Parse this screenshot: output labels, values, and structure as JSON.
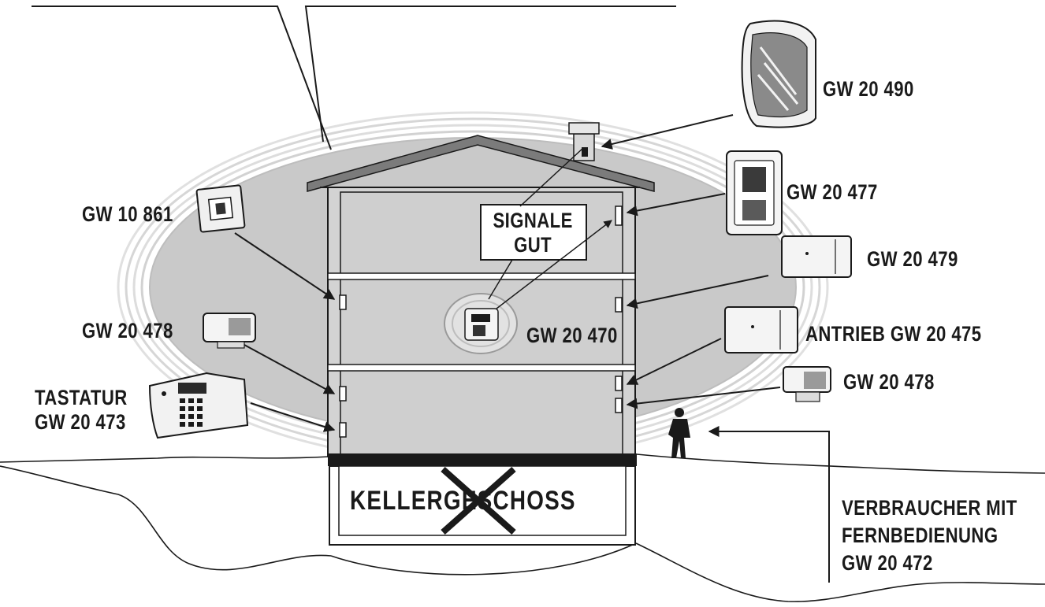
{
  "labels": {
    "gw10861": "GW 10 861",
    "gw20478_left": "GW 20 478",
    "tastatur_line1": "TASTATUR",
    "tastatur_line2": "GW 20 473",
    "signale_line1": "SIGNALE",
    "signale_line2": "GUT",
    "gw20470": "GW 20 470",
    "gw20490": "GW 20 490",
    "gw20477": "GW 20 477",
    "gw20479": "GW 20 479",
    "antrieb": "ANTRIEB GW 20 475",
    "gw20478_right": "GW 20 478",
    "keller": "KELLERGESCHOSS",
    "verbraucher_line1": "VERBRAUCHER MIT",
    "verbraucher_line2": "FERNBEDIENUNG",
    "verbraucher_line3": "GW 20 472"
  },
  "colors": {
    "zone_fill": "#cbcbcb",
    "house_fill": "#d2d2d2",
    "roof": "#7a7a7a",
    "ink": "#1a1a1a",
    "ring": "#d8d8d8"
  },
  "icons": [
    "antenna-lines",
    "outdoor-siren",
    "motion-detector",
    "door-contact-sensor",
    "control-panel",
    "keypad",
    "chimney",
    "person-with-remote"
  ]
}
